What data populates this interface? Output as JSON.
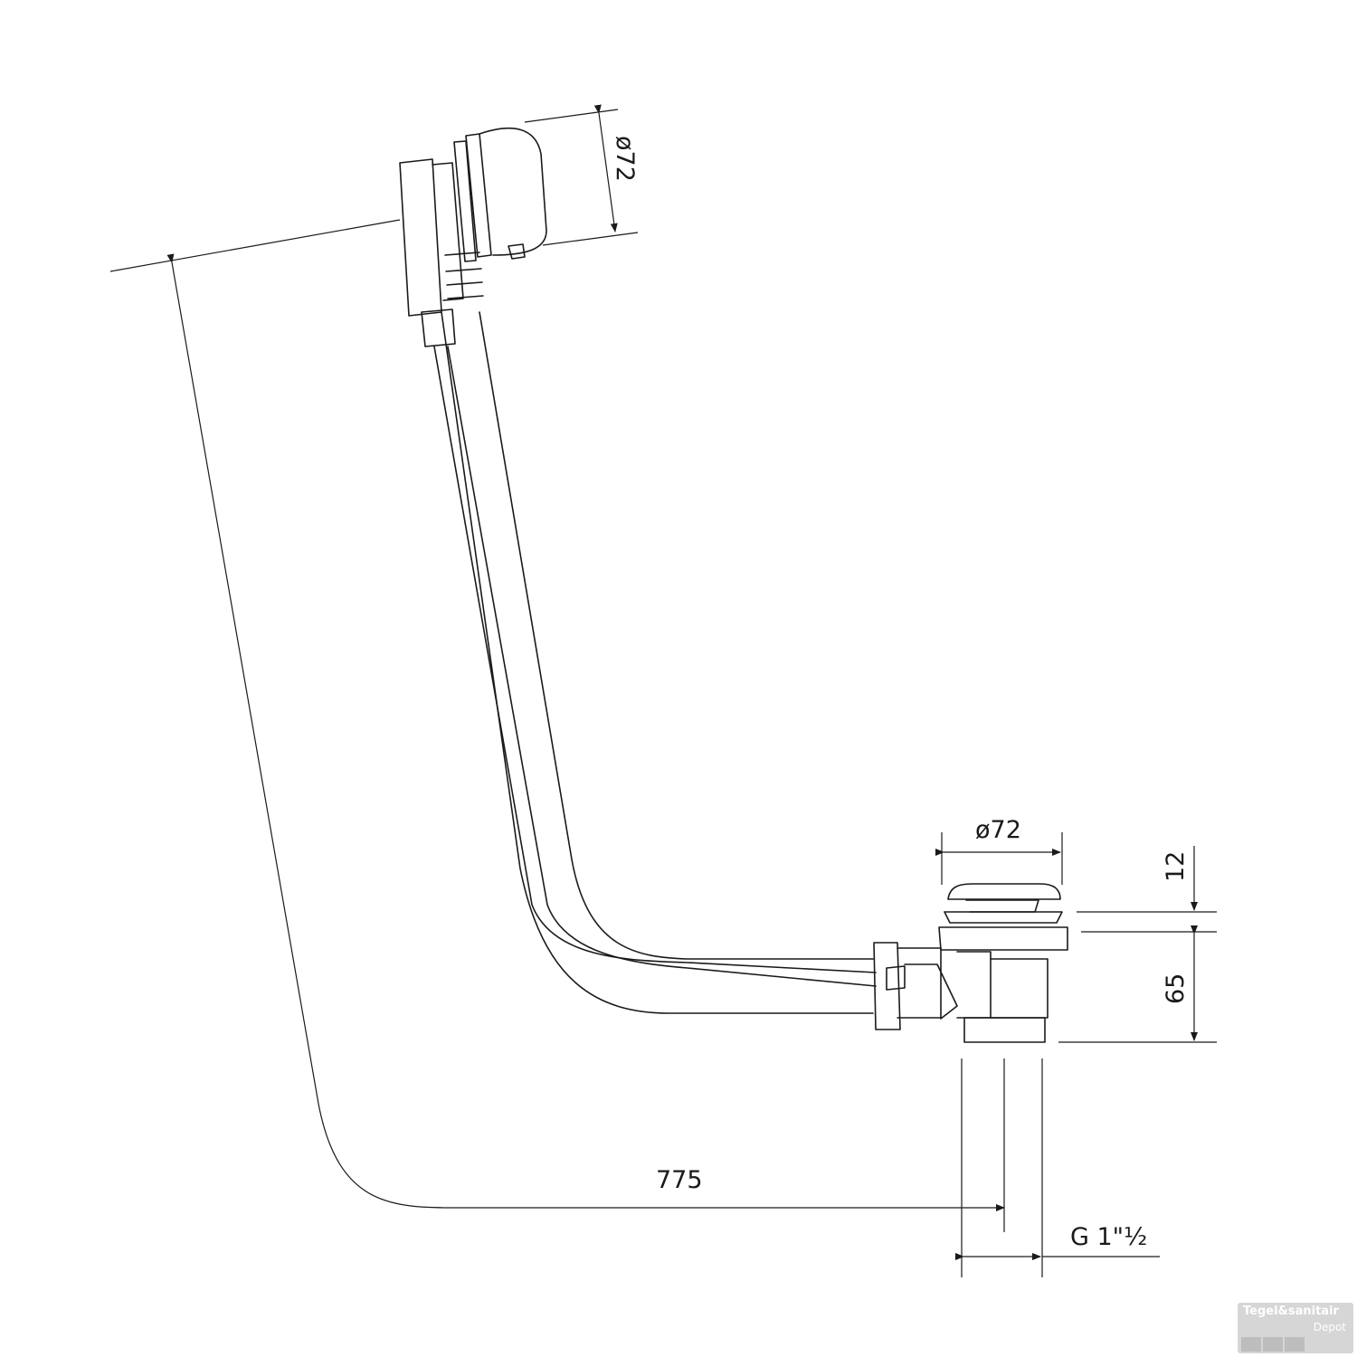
{
  "dimensions": {
    "overflow_diameter": "ø72",
    "drain_diameter": "ø72",
    "cap_height": "12",
    "body_height": "65",
    "pipe_length": "775",
    "thread_size": "G 1\"½"
  },
  "watermark": {
    "brand": "Tegel&sanitair",
    "sub": "Depot"
  }
}
